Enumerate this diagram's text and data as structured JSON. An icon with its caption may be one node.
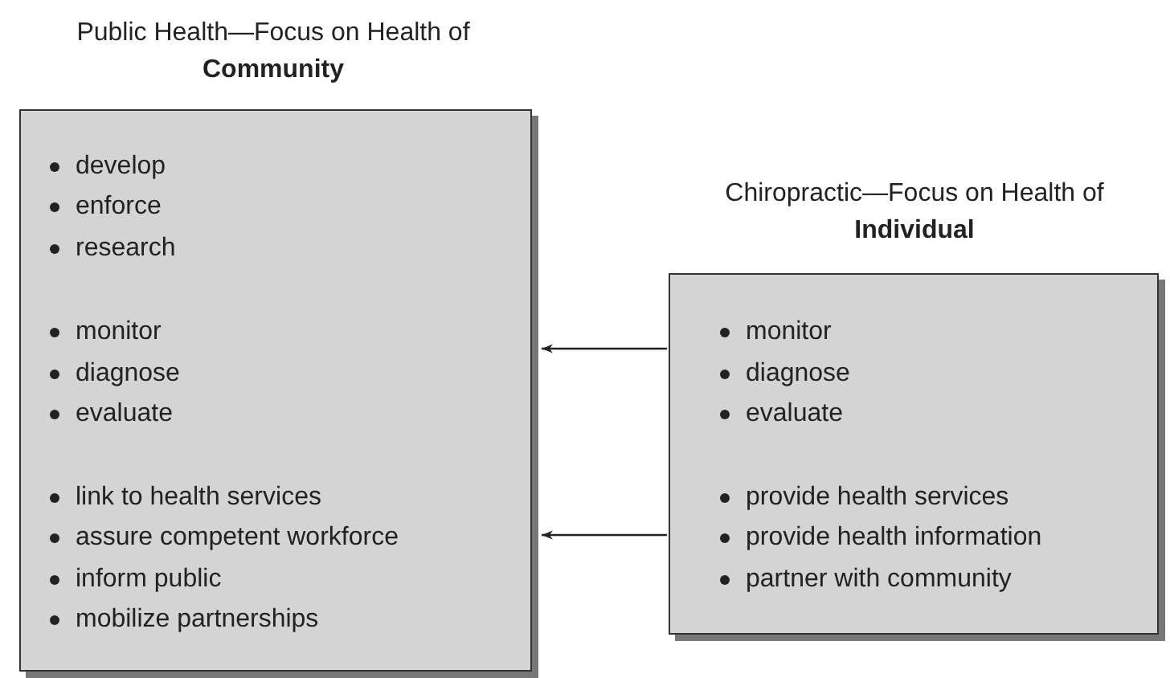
{
  "diagram": {
    "nodes": [
      {
        "text": [
          "Public Health—Focus on Health of **Community**",
          "develop",
          "enforce",
          "research",
          "monitor",
          "diagnose",
          "evaluate",
          "link to health services",
          "assure competent workforce",
          "inform public",
          "mobilize partnerships"
        ]
      },
      {
        "text": [
          "Chiropractic—Focus on Health of **Individual**",
          "monitor",
          "diagnose",
          "evaluate",
          "provide health services",
          "provide health information",
          "partner with community"
        ]
      }
    ],
    "edges": [
      {
        "from": 1,
        "to": 0,
        "arrow": "to"
      },
      {
        "from": 1,
        "to": 0,
        "arrow": "to"
      }
    ]
  }
}
